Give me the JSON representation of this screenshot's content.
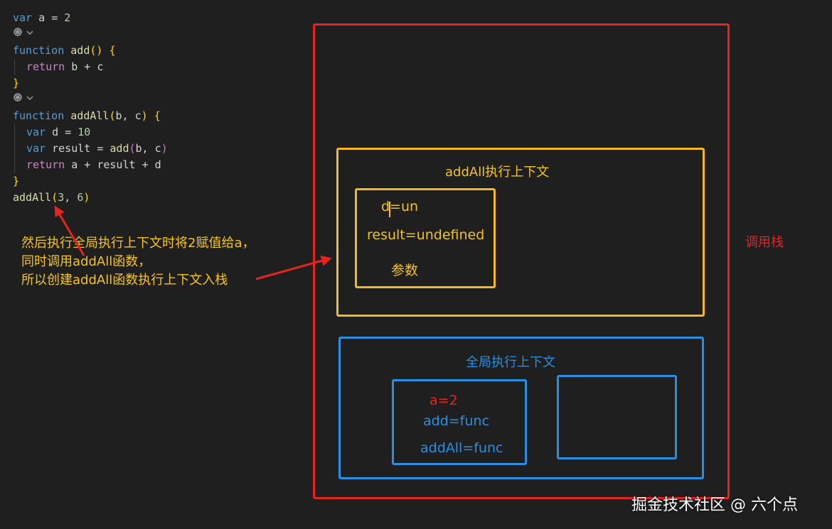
{
  "code": {
    "lens_icon": "codelens-icon",
    "lens_chevron": "chevron-down-icon",
    "lines": [
      {
        "kind": "code",
        "tokens": [
          {
            "t": "var",
            "c": "kw"
          },
          {
            "t": " a ",
            "c": "plain"
          },
          {
            "t": "=",
            "c": "op"
          },
          {
            "t": " ",
            "c": "plain"
          },
          {
            "t": "2",
            "c": "num"
          }
        ]
      },
      {
        "kind": "lens"
      },
      {
        "kind": "code",
        "tokens": [
          {
            "t": "function",
            "c": "kw"
          },
          {
            "t": " ",
            "c": "plain"
          },
          {
            "t": "add",
            "c": "fn"
          },
          {
            "t": "()",
            "c": "b1"
          },
          {
            "t": " ",
            "c": "plain"
          },
          {
            "t": "{",
            "c": "b1"
          }
        ]
      },
      {
        "kind": "code",
        "indent": true,
        "tokens": [
          {
            "t": "return",
            "c": "ctl"
          },
          {
            "t": " b ",
            "c": "plain"
          },
          {
            "t": "+",
            "c": "op"
          },
          {
            "t": " c",
            "c": "plain"
          }
        ]
      },
      {
        "kind": "code",
        "tokens": [
          {
            "t": "}",
            "c": "b1"
          }
        ]
      },
      {
        "kind": "lens"
      },
      {
        "kind": "code",
        "tokens": [
          {
            "t": "function",
            "c": "kw"
          },
          {
            "t": " ",
            "c": "plain"
          },
          {
            "t": "addAll",
            "c": "fn"
          },
          {
            "t": "(",
            "c": "b1"
          },
          {
            "t": "b, c",
            "c": "plain"
          },
          {
            "t": ")",
            "c": "b1"
          },
          {
            "t": " ",
            "c": "plain"
          },
          {
            "t": "{",
            "c": "b1"
          }
        ]
      },
      {
        "kind": "code",
        "indent": true,
        "tokens": [
          {
            "t": "var",
            "c": "kw"
          },
          {
            "t": " d ",
            "c": "plain"
          },
          {
            "t": "=",
            "c": "op"
          },
          {
            "t": " ",
            "c": "plain"
          },
          {
            "t": "10",
            "c": "num"
          }
        ]
      },
      {
        "kind": "code",
        "indent": true,
        "tokens": [
          {
            "t": "var",
            "c": "kw"
          },
          {
            "t": " result ",
            "c": "plain"
          },
          {
            "t": "=",
            "c": "op"
          },
          {
            "t": " ",
            "c": "plain"
          },
          {
            "t": "add",
            "c": "fn"
          },
          {
            "t": "(",
            "c": "b2"
          },
          {
            "t": "b, c",
            "c": "plain"
          },
          {
            "t": ")",
            "c": "b2"
          }
        ]
      },
      {
        "kind": "code",
        "indent": true,
        "tokens": [
          {
            "t": "return",
            "c": "ctl"
          },
          {
            "t": " a ",
            "c": "plain"
          },
          {
            "t": "+",
            "c": "op"
          },
          {
            "t": " result ",
            "c": "plain"
          },
          {
            "t": "+",
            "c": "op"
          },
          {
            "t": " d",
            "c": "plain"
          }
        ]
      },
      {
        "kind": "code",
        "tokens": [
          {
            "t": "}",
            "c": "b1"
          }
        ]
      },
      {
        "kind": "code",
        "tokens": [
          {
            "t": "addAll",
            "c": "fn"
          },
          {
            "t": "(",
            "c": "b1"
          },
          {
            "t": "3",
            "c": "num"
          },
          {
            "t": ", ",
            "c": "plain"
          },
          {
            "t": "6",
            "c": "num"
          },
          {
            "t": ")",
            "c": "b1"
          }
        ]
      }
    ]
  },
  "annotation": {
    "lines": [
      "然后执行全局执行上下文时将2赋值给a，",
      "同时调用addAll函数，",
      "所以创建addAll函数执行上下文入栈"
    ]
  },
  "diagram": {
    "stack_label": "调用栈",
    "addall_context": {
      "title": "addAll执行上下文",
      "entries": [
        "d=un",
        "result=undefined",
        "参数"
      ]
    },
    "global_context": {
      "title": "全局执行上下文",
      "entries": [
        "a=2",
        "add=func",
        "addAll=func"
      ]
    }
  },
  "watermark": "掘金技术社区 @ 六个点",
  "colors": {
    "stack_border": "#e52420",
    "addall_border": "#f5b820",
    "global_border": "#2a8fe3",
    "annotation": "#f5c518",
    "arrow": "#e52420"
  }
}
